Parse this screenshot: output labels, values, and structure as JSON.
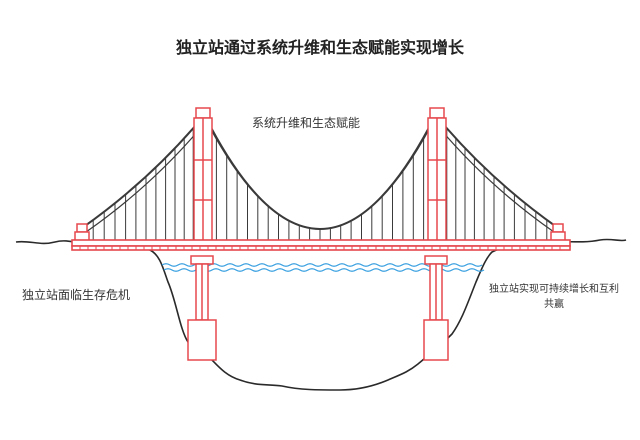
{
  "title": "独立站通过系统升维和生态赋能实现增长",
  "labels": {
    "top": "系统升维和生态赋能",
    "left": "独立站面临生存危机",
    "right": "独立站实现可持续增长和互利共赢"
  },
  "colors": {
    "deck": "#e5484d",
    "cable": "#3a3a3a",
    "water": "#3aa0e0",
    "ground": "#2a2a2a"
  }
}
